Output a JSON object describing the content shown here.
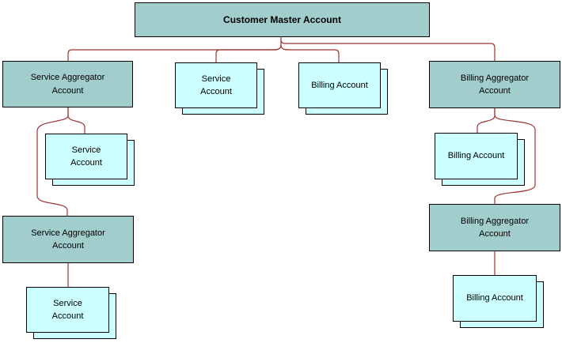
{
  "colors": {
    "node_fill_teal": "#a2cdcd",
    "node_fill_cyan": "#ccffff",
    "connector_line": "#993333",
    "node_border": "#000000",
    "background": "#ffffff"
  },
  "nodes": {
    "customer_master": {
      "label": "Customer Master Account",
      "type": "master"
    },
    "service_aggregator_top": {
      "label": "Service Aggregator\nAccount",
      "type": "aggregator"
    },
    "service_account_mid": {
      "label": "Service\nAccount",
      "type": "account"
    },
    "billing_account_mid": {
      "label": "Billing Account",
      "type": "account"
    },
    "billing_aggregator_top": {
      "label": "Billing Aggregator\nAccount",
      "type": "aggregator"
    },
    "service_account_left": {
      "label": "Service\nAccount",
      "type": "account"
    },
    "service_aggregator_bottom": {
      "label": "Service Aggregator\nAccount",
      "type": "aggregator"
    },
    "service_account_bottom": {
      "label": "Service\nAccount",
      "type": "account"
    },
    "billing_account_right": {
      "label": "Billing Account",
      "type": "account"
    },
    "billing_aggregator_bottom": {
      "label": "Billing Aggregator\nAccount",
      "type": "aggregator"
    },
    "billing_account_bottom": {
      "label": "Billing Account",
      "type": "account"
    }
  },
  "edges": [
    {
      "from": "customer_master",
      "to": "service_aggregator_top"
    },
    {
      "from": "customer_master",
      "to": "service_account_mid"
    },
    {
      "from": "customer_master",
      "to": "billing_account_mid"
    },
    {
      "from": "customer_master",
      "to": "billing_aggregator_top"
    },
    {
      "from": "service_aggregator_top",
      "to": "service_account_left"
    },
    {
      "from": "service_aggregator_top",
      "to": "service_aggregator_bottom"
    },
    {
      "from": "service_aggregator_bottom",
      "to": "service_account_bottom"
    },
    {
      "from": "billing_aggregator_top",
      "to": "billing_account_right"
    },
    {
      "from": "billing_aggregator_top",
      "to": "billing_aggregator_bottom"
    },
    {
      "from": "billing_aggregator_bottom",
      "to": "billing_account_bottom"
    }
  ]
}
